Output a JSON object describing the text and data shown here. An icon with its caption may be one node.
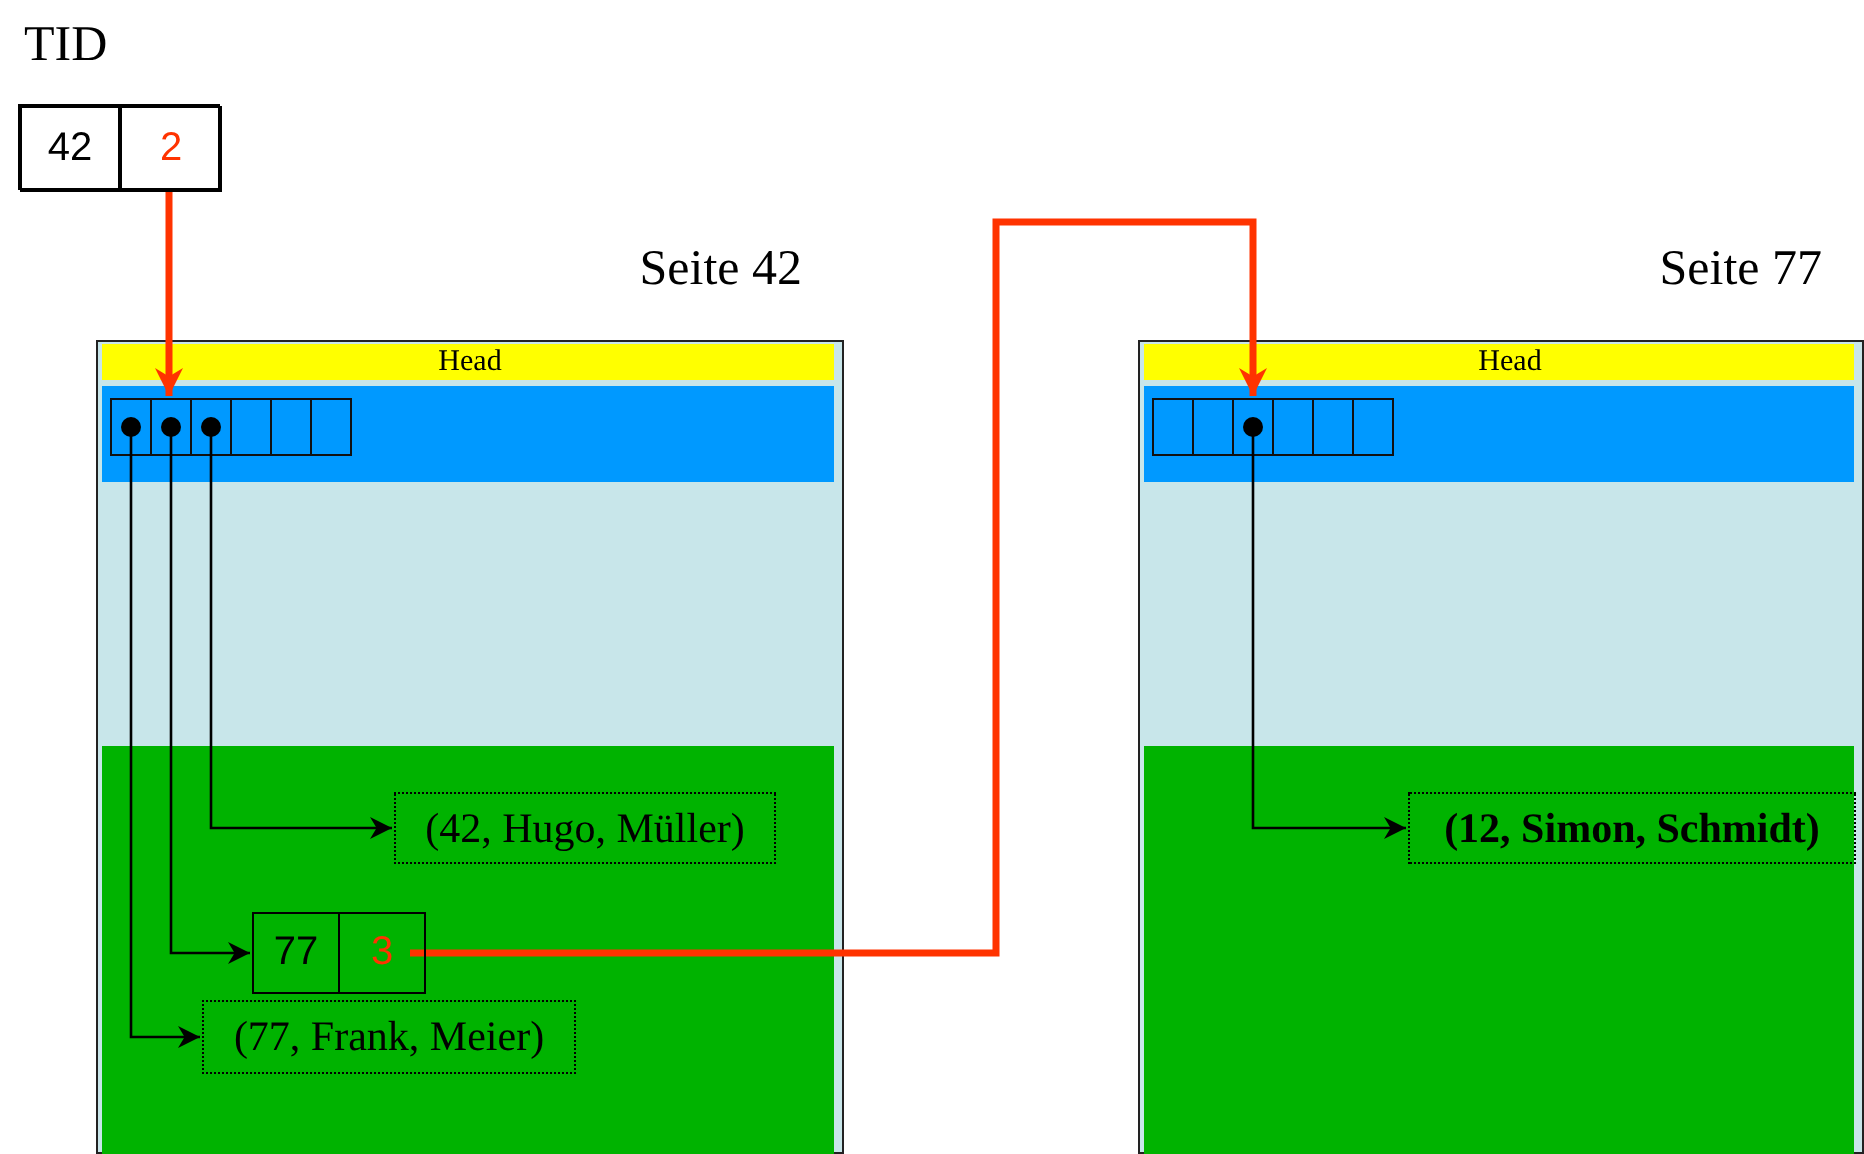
{
  "diagram": {
    "nodes": [
      {
        "text": [
          "TID"
        ]
      },
      {
        "text": [
          "42"
        ],
        "in": 0
      },
      {
        "text": [
          "2"
        ],
        "in": 0
      },
      {
        "text": [
          "Seite 42"
        ]
      },
      {
        "text": [
          "Head"
        ],
        "in": 3
      },
      {
        "text": [],
        "shape": "box",
        "in": 3
      },
      {
        "text": [],
        "shape": "box",
        "in": 3
      },
      {
        "text": [],
        "shape": "box",
        "in": 3
      },
      {
        "text": [],
        "shape": "box",
        "in": 3
      },
      {
        "text": [],
        "shape": "box",
        "in": 3
      },
      {
        "text": [],
        "shape": "box",
        "in": 3
      },
      {
        "text": [
          "(42, Hugo, Müller)"
        ],
        "in": 3
      },
      {
        "text": [
          "77"
        ],
        "in": 3
      },
      {
        "text": [
          "3"
        ],
        "in": 3
      },
      {
        "text": [
          "(77, Frank, Meier)"
        ],
        "in": 3
      },
      {
        "text": [
          "Seite 77"
        ]
      },
      {
        "text": [
          "Head"
        ],
        "in": 15
      },
      {
        "text": [],
        "shape": "box",
        "in": 15
      },
      {
        "text": [],
        "shape": "box",
        "in": 15
      },
      {
        "text": [],
        "shape": "box",
        "in": 15
      },
      {
        "text": [],
        "shape": "box",
        "in": 15
      },
      {
        "text": [],
        "shape": "box",
        "in": 15
      },
      {
        "text": [],
        "shape": "box",
        "in": 15
      },
      {
        "text": [
          "(12, Simon, Schmidt)"
        ],
        "in": 15
      }
    ],
    "edges": [
      {
        "from": 2,
        "to": 6,
        "arrow": "to",
        "style": "thick",
        "color": "#ff3300"
      },
      {
        "from": 5,
        "to": 14,
        "arrow": "to"
      },
      {
        "from": 6,
        "to": 12,
        "arrow": "to"
      },
      {
        "from": 7,
        "to": 11,
        "arrow": "to"
      },
      {
        "from": 13,
        "to": 19,
        "arrow": "to",
        "style": "thick",
        "color": "#ff3300"
      },
      {
        "from": 19,
        "to": 23,
        "arrow": "to"
      }
    ]
  }
}
